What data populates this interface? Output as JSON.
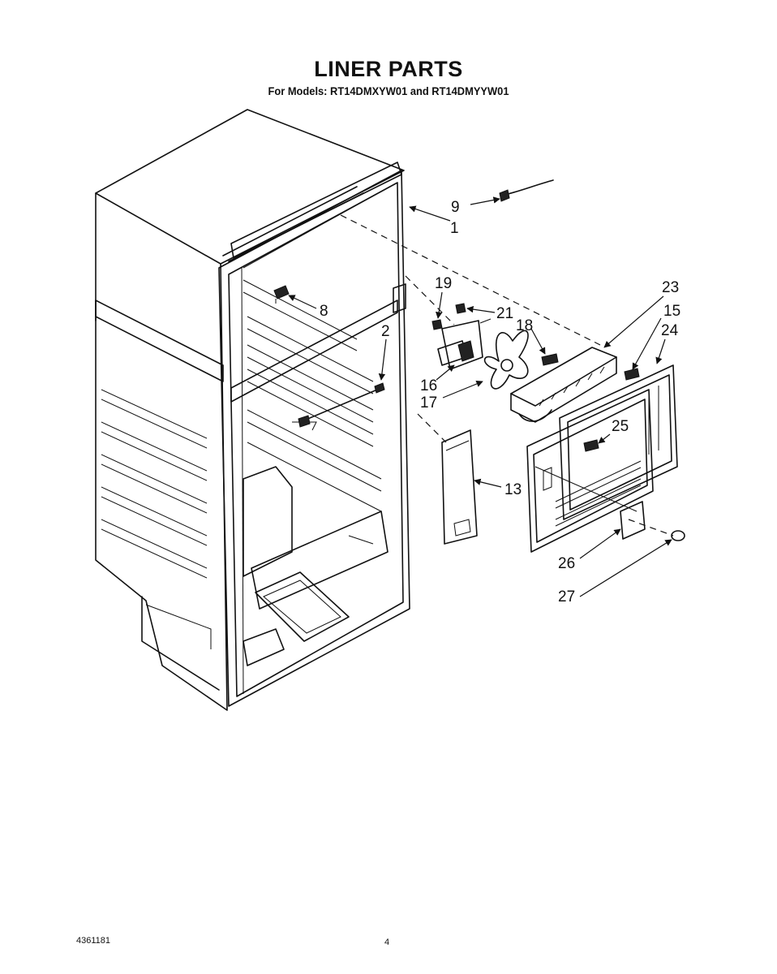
{
  "header": {
    "title": "LINER PARTS",
    "subtitle": "For Models: RT14DMXYW01 and RT14DMYYW01"
  },
  "callouts": [
    "9",
    "1",
    "19",
    "21",
    "18",
    "23",
    "15",
    "24",
    "8",
    "2",
    "16",
    "17",
    "25",
    "13",
    "26",
    "27"
  ],
  "footer": {
    "doc_number": "4361181",
    "page_number": "4"
  }
}
